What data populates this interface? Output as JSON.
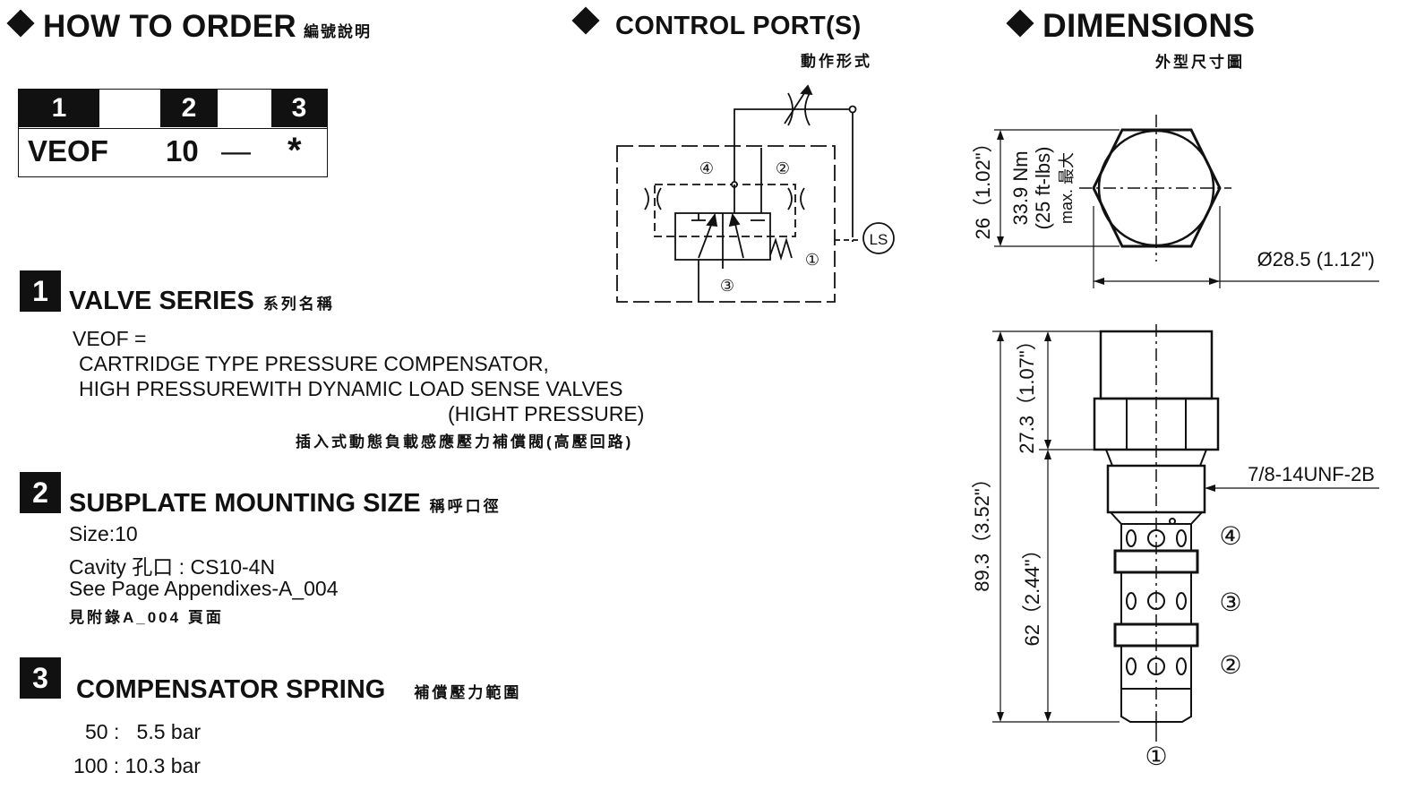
{
  "how_to_order": {
    "title": "HOW TO  ORDER",
    "title_cn": "編號說明",
    "columns": [
      "1",
      "2",
      "3"
    ],
    "code": {
      "series": "VEOF",
      "size": "10",
      "dash": "—",
      "spring": "*"
    }
  },
  "control_ports": {
    "title": "CONTROL PORT(S)",
    "title_cn": "動作形式",
    "port_labels": [
      "④",
      "②",
      "①",
      "③",
      "LS"
    ]
  },
  "dimensions": {
    "title": "DIMENSIONS",
    "title_cn": "外型尺寸圖",
    "hex_height": "26（1.02\"）",
    "torque_1": "33.9 Nm",
    "torque_2": "(25 ft-lbs)",
    "torque_3": "max. 最大",
    "diameter": "Ø28.5 (1.12\")",
    "upper_length": "27.3（1.07\"）",
    "total_length": "89.3（3.52\"）",
    "lower_length": "62（2.44\"）",
    "thread": "7/8-14UNF-2B",
    "side_port_labels": [
      "④",
      "③",
      "②",
      "①"
    ]
  },
  "sections": [
    {
      "number": "1",
      "title": "VALVE SERIES",
      "title_cn": "系列名稱",
      "lines": [
        "VEOF =",
        "CARTRIDGE TYPE PRESSURE COMPENSATOR,",
        "HIGH PRESSUREWITH DYNAMIC LOAD SENSE VALVES",
        "(HIGHT PRESSURE)"
      ],
      "note_cn": "插入式動態負載感應壓力補償閥(高壓回路)"
    },
    {
      "number": "2",
      "title": "SUBPLATE MOUNTING SIZE",
      "title_cn": "稱呼口徑",
      "lines": [
        "Size:10",
        "Cavity 孔口 : CS10-4N",
        "See Page Appendixes-A_004"
      ],
      "note_cn": "見附錄A_004 頁面"
    },
    {
      "number": "3",
      "title": "COMPENSATOR SPRING",
      "title_cn": "補償壓力範圍",
      "lines": [
        "50 :   5.5 bar",
        "100 : 10.3 bar"
      ]
    }
  ]
}
